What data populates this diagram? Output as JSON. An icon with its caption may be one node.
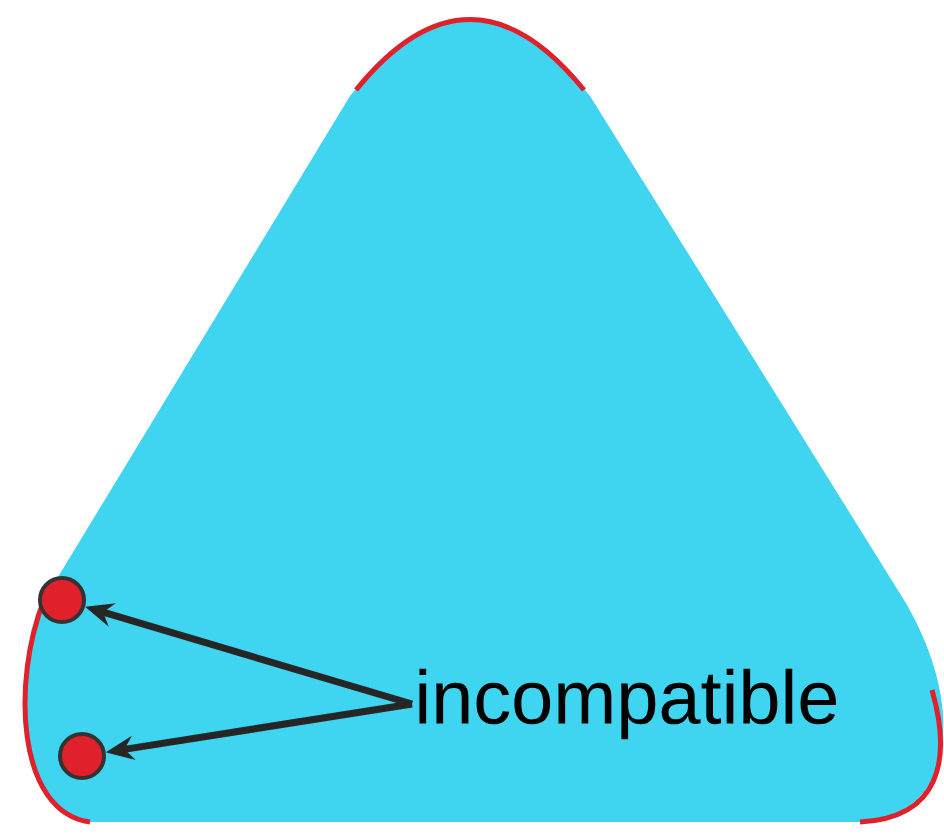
{
  "diagram": {
    "nodes": [
      {
        "text": [
          "incompatible"
        ]
      },
      {
        "text": [],
        "shape": "circle"
      },
      {
        "text": [],
        "shape": "circle"
      }
    ],
    "edges": [
      {
        "from": 0,
        "to": 1,
        "arrow": "to"
      },
      {
        "from": 0,
        "to": 2,
        "arrow": "to"
      }
    ]
  }
}
